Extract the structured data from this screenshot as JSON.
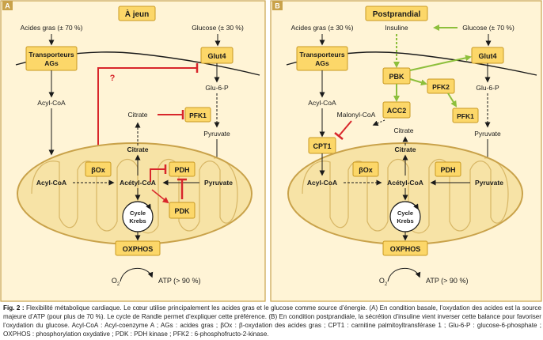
{
  "panel_a": {
    "tag": "A",
    "header": "À jeun",
    "acides_gras": "Acides gras (± 70 %)",
    "glucose": "Glucose (± 30 %)",
    "transporteurs_line1": "Transporteurs",
    "transporteurs_line2": "AGs",
    "glut4": "Glut4",
    "question": "?",
    "glu6p": "Glu-6-P",
    "acylcoa_top": "Acyl-CoA",
    "citrate_cyto": "Citrate",
    "pfk1": "PFK1",
    "pyruvate_cyto": "Pyruvate",
    "citrate_mito": "Citrate",
    "box_beta": "βOx",
    "pdh": "PDH",
    "acylcoa_mito": "Acyl-CoA",
    "acetylcoa": "Acétyl-CoA",
    "pyruvate_mito": "Pyruvate",
    "krebs_line1": "Cycle",
    "krebs_line2": "Krebs",
    "pdk": "PDK",
    "oxphos": "OXPHOS",
    "o2": "O",
    "o2_sub": "2",
    "atp": "ATP (> 90 %)"
  },
  "panel_b": {
    "tag": "B",
    "header": "Postprandial",
    "acides_gras": "Acides gras (± 30 %)",
    "insuline": "Insuline",
    "glucose": "Glucose (± 70 %)",
    "transporteurs_line1": "Transporteurs",
    "transporteurs_line2": "AGs",
    "glut4": "Glut4",
    "pbk": "PBK",
    "pfk2": "PFK2",
    "glu6p": "Glu-6-P",
    "acylcoa_top": "Acyl-CoA",
    "malonyl": "Malonyl-CoA",
    "acc2": "ACC2",
    "pfk1": "PFK1",
    "citrate_cyto": "Citrate",
    "cpt1": "CPT1",
    "pyruvate_cyto": "Pyruvate",
    "citrate_mito": "Citrate",
    "box_beta": "βOx",
    "pdh": "PDH",
    "acylcoa_mito": "Acyl-CoA",
    "acetylcoa": "Acétyl-CoA",
    "pyruvate_mito": "Pyruvate",
    "krebs_line1": "Cycle",
    "krebs_line2": "Krebs",
    "oxphos": "OXPHOS",
    "o2": "O",
    "o2_sub": "2",
    "atp": "ATP (> 90 %)"
  },
  "caption": {
    "lead": "Fig. 2 :",
    "text": " Flexibilité métabolique cardiaque. Le cœur utilise principalement les acides gras et le glucose comme source d’énergie. (A) En condition basale, l’oxydation des acides est la source majeure d’ATP (pour plus de 70 %). Le cycle de Randle permet d’expliquer cette préférence. (B) En condition postprandiale, la sécrétion d’insuline vient inverser cette balance pour favoriser l’oxydation du glucose. Acyl-CoA : Acyl-coenzyme A ; AGs : acides gras ; βOx : β-oxydation des acides gras ; CPT1 : carnitine palmitoyltransférase 1 ; Glu-6-P : glucose-6-phosphate ; OXPHOS : phosphorylation oxydative ; PDK : PDH kinase ; PFK2 : 6-phosphofructo-2-kinase."
  },
  "colors": {
    "panel_bg": "#FFF4D6",
    "border": "#C9A24A",
    "box": "#FCD769",
    "box_stroke": "#C99A23",
    "mito_fill": "#F7E3A6",
    "mito_stroke": "#C9A24A",
    "inhibition_red": "#D8262B",
    "activation_green": "#8DBF3C",
    "text": "#1a1a1a"
  }
}
